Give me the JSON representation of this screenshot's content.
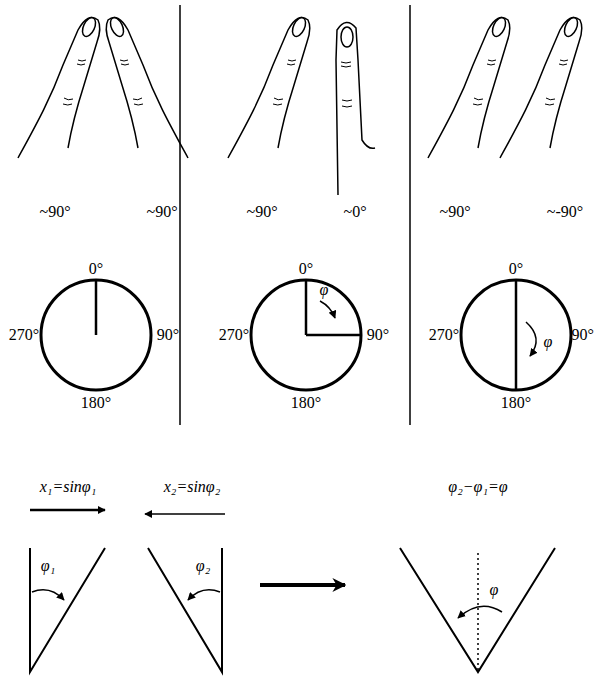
{
  "diagram": {
    "labels": [
      "~90°",
      "~90°",
      "~90°",
      "~0°",
      "~90°",
      "~-90°",
      "0°",
      "90°",
      "180°",
      "270°",
      "0°",
      "90°",
      "180°",
      "270°",
      "φ",
      "0°",
      "90°",
      "180°",
      "270°",
      "φ",
      "x₁=sinφ₁",
      "x₂=sinφ₂",
      "φ₂−φ₁=φ",
      "φ₁",
      "φ₂",
      "φ"
    ]
  }
}
